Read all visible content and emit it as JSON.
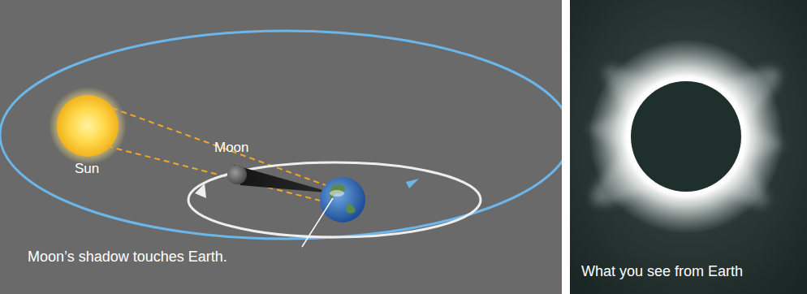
{
  "diagram": {
    "labels": [
      "Sun",
      "Moon",
      "Moon’s shadow touches Earth.",
      "What you see from Earth"
    ]
  }
}
